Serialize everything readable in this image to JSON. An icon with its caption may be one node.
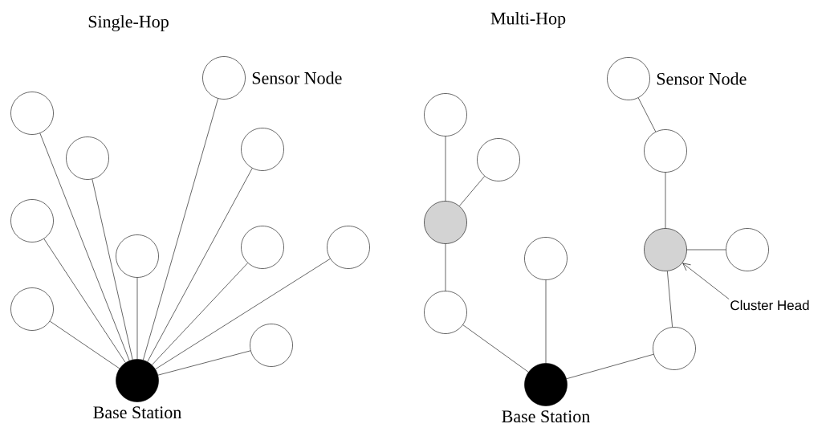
{
  "diagram": {
    "nodes": [
      {
        "text": [],
        "shape": "circle"
      },
      {
        "text": [],
        "shape": "circle"
      },
      {
        "text": [],
        "shape": "circle"
      },
      {
        "text": [],
        "shape": "circle"
      },
      {
        "text": [],
        "shape": "circle"
      },
      {
        "text": [],
        "shape": "circle",
        "beside": [
          "Sensor Node"
        ]
      },
      {
        "text": [],
        "shape": "circle"
      },
      {
        "text": [],
        "shape": "circle"
      },
      {
        "text": [],
        "shape": "circle"
      },
      {
        "text": [],
        "shape": "circle"
      },
      {
        "text": [
          "Base Station"
        ]
      },
      {
        "text": [],
        "shape": "circle"
      },
      {
        "text": [],
        "shape": "circle"
      },
      {
        "text": [],
        "shape": "circle"
      },
      {
        "text": [],
        "shape": "circle"
      },
      {
        "text": [],
        "shape": "circle"
      },
      {
        "text": [
          "Base Station"
        ]
      },
      {
        "text": [],
        "shape": "circle",
        "beside": [
          "Sensor Node"
        ]
      },
      {
        "text": [],
        "shape": "circle"
      },
      {
        "text": [],
        "shape": "circle"
      },
      {
        "text": [],
        "shape": "circle"
      },
      {
        "text": [],
        "shape": "circle"
      },
      {
        "text": [
          "Cluster Head"
        ]
      }
    ],
    "edges": [
      {
        "from": 0,
        "to": 10,
        "arrow": "none"
      },
      {
        "from": 1,
        "to": 10,
        "arrow": "none"
      },
      {
        "from": 2,
        "to": 10,
        "arrow": "none"
      },
      {
        "from": 3,
        "to": 10,
        "arrow": "none"
      },
      {
        "from": 4,
        "to": 10,
        "arrow": "none"
      },
      {
        "from": 5,
        "to": 10,
        "arrow": "none"
      },
      {
        "from": 6,
        "to": 10,
        "arrow": "none"
      },
      {
        "from": 7,
        "to": 10,
        "arrow": "none"
      },
      {
        "from": 8,
        "to": 10,
        "arrow": "none"
      },
      {
        "from": 9,
        "to": 10,
        "arrow": "none"
      },
      {
        "from": 11,
        "to": 13,
        "arrow": "none"
      },
      {
        "from": 12,
        "to": 13,
        "arrow": "none"
      },
      {
        "from": 13,
        "to": 15,
        "arrow": "none"
      },
      {
        "from": 15,
        "to": 16,
        "arrow": "none"
      },
      {
        "from": 14,
        "to": 16,
        "arrow": "none"
      },
      {
        "from": 16,
        "to": 21,
        "arrow": "none"
      },
      {
        "from": 21,
        "to": 19,
        "arrow": "none"
      },
      {
        "from": 19,
        "to": 18,
        "arrow": "none"
      },
      {
        "from": 18,
        "to": 17,
        "arrow": "none"
      },
      {
        "from": 19,
        "to": 20,
        "arrow": "none"
      },
      {
        "from": 22,
        "to": 19,
        "arrow": "to"
      }
    ],
    "labels": [
      "Single-Hop",
      "Multi-Hop"
    ]
  }
}
